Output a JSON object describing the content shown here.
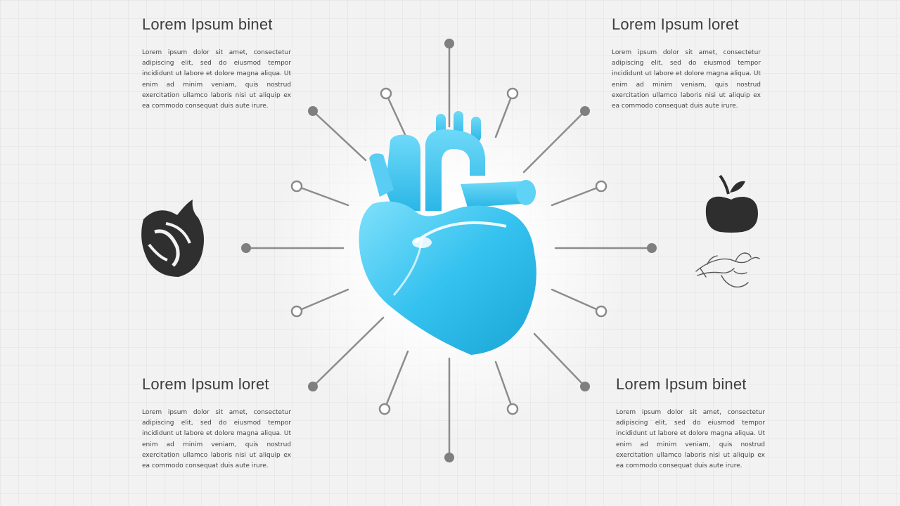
{
  "blocks": {
    "top_left": {
      "title": "Lorem Ipsum binet",
      "text": "Lorem ipsum dolor sit amet, consectetur adipiscing elit, sed do eiusmod tempor incididunt ut labore et dolore magna aliqua. Ut enim ad minim veniam, quis nostrud exercitation ullamco laboris nisi ut aliquip ex ea commodo consequat duis aute irure."
    },
    "top_right": {
      "title": "Lorem Ipsum loret",
      "text": "Lorem ipsum dolor sit amet, consectetur adipiscing elit, sed do eiusmod tempor incididunt ut labore et dolore magna aliqua. Ut enim ad minim veniam, quis nostrud exercitation ullamco laboris nisi ut aliquip ex ea commodo consequat duis aute irure."
    },
    "bottom_left": {
      "title": "Lorem Ipsum loret",
      "text": "Lorem ipsum dolor sit amet, consectetur adipiscing elit, sed do eiusmod tempor incididunt ut labore et dolore magna aliqua. Ut enim ad minim veniam, quis nostrud exercitation ullamco laboris nisi ut aliquip ex ea commodo consequat duis aute irure."
    },
    "bottom_right": {
      "title": "Lorem Ipsum binet",
      "text": "Lorem ipsum dolor sit amet, consectetur adipiscing elit, sed do eiusmod tempor incididunt ut labore et dolore magna aliqua. Ut enim ad minim veniam, quis nostrud exercitation ullamco laboris nisi ut aliquip ex ea commodo consequat duis aute irure."
    }
  },
  "icons": {
    "left": "leaf-heart-icon",
    "right_top": "apple-icon",
    "right_bottom": "hand-sketch-icon",
    "center": "heart-icon"
  },
  "colors": {
    "heart": "#3cc6f0",
    "heart_dark": "#1ba9d8",
    "connector": "#8a8a8a",
    "node": "#808080",
    "icon": "#2e2e2e"
  }
}
